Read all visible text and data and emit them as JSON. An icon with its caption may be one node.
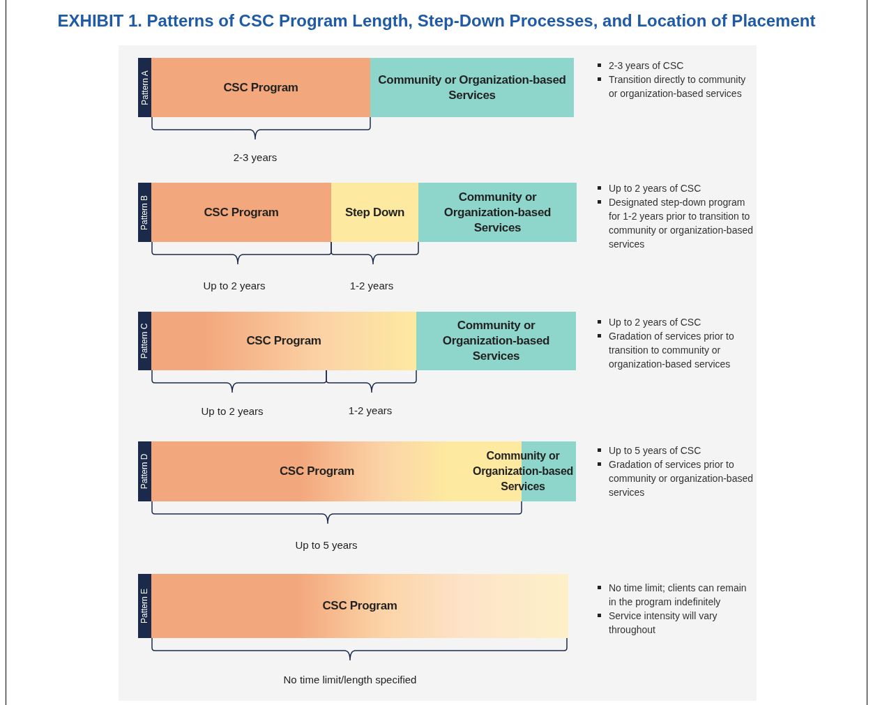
{
  "diagram": {
    "title": "EXHIBIT 1. Patterns of CSC Program Length, Step-Down Processes, and Location of Placement",
    "nodes": [
      {
        "text": [
          "Pattern A"
        ]
      },
      {
        "text": [
          "CSC Program"
        ]
      },
      {
        "text": [
          "Community or Organization-based Services"
        ]
      },
      {
        "text": [
          "Pattern B"
        ]
      },
      {
        "text": [
          "CSC Program"
        ]
      },
      {
        "text": [
          "Step Down"
        ]
      },
      {
        "text": [
          "Community or Organization-based Services"
        ]
      },
      {
        "text": [
          "Pattern C"
        ]
      },
      {
        "text": [
          "CSC Program"
        ]
      },
      {
        "text": [
          "Community or Organization-based Services"
        ]
      },
      {
        "text": [
          "Pattern D"
        ]
      },
      {
        "text": [
          "CSC Program"
        ]
      },
      {
        "text": [
          "Community or Organization-based Services"
        ]
      },
      {
        "text": [
          "Pattern E"
        ]
      },
      {
        "text": [
          "CSC Program"
        ]
      }
    ],
    "labels": [
      "2-3 years of CSC",
      "Transition directly to community or organization-based services",
      "2-3 years",
      "Up to 2 years of CSC",
      "Designated step-down program for 1-2 years prior to transition to community or organization-based services",
      "Up to 2 years",
      "1-2 years",
      "Up to 2 years of CSC",
      "Gradation of services prior to transition to community or organization-based services",
      "Up to 2 years",
      "1-2 years",
      "Up to 5 years of CSC",
      "Gradation of services prior to community or organization-based services",
      "Up to 5 years",
      "No time limit; clients can remain in the program indefinitely",
      "Service intensity will vary throughout",
      "No time limit/length specified"
    ]
  }
}
